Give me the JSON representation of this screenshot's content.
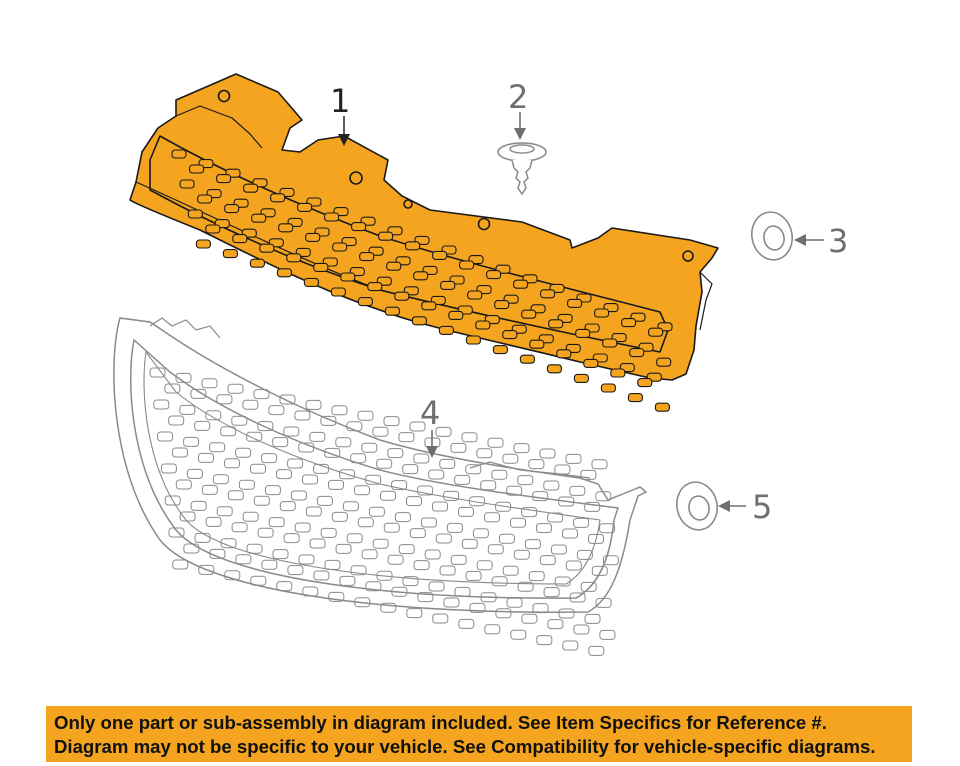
{
  "callouts": {
    "part_1": "1",
    "part_2": "2",
    "part_3": "3",
    "part_4": "4",
    "part_5": "5"
  },
  "notice": {
    "line1": "Only one part or sub-assembly in diagram included. See Item Specifics for Reference #.",
    "line2": "Diagram may not be specific to your vehicle. See Compatibility for vehicle-specific diagrams."
  },
  "colors": {
    "highlight_part": "#f4a41f",
    "highlight_outline": "#1a1a1a",
    "banner_background": "#f4a41f",
    "unhighlighted_parts": "#8a8a8a"
  }
}
